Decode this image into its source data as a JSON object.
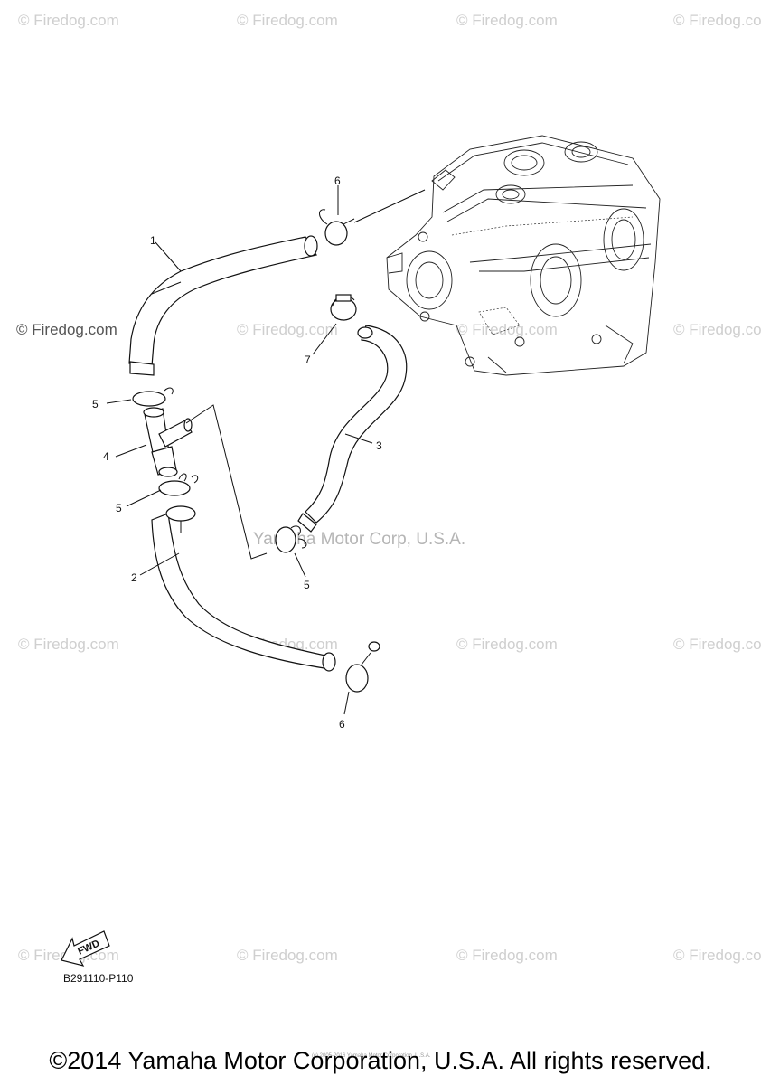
{
  "watermark": "© Firedog.com",
  "callouts": {
    "hose_1": "1",
    "hose_2": "2",
    "hose_3": "3",
    "joint_4": "4",
    "clip_5_top": "5",
    "clip_5_mid": "5",
    "clip_5_right": "5",
    "clamp_6_top": "6",
    "clamp_6_bottom": "6",
    "clamp_7": "7"
  },
  "center_watermark": "Yamaha Motor Corp, U.S.A.",
  "fine_print": "(c) 2005-2016 Yamaha Motor Corporation, U.S.A.",
  "fwd_label": "FWD",
  "diagram_code": "B291110-P110",
  "copyright": "©2014 Yamaha Motor Corporation, U.S.A. All rights reserved."
}
